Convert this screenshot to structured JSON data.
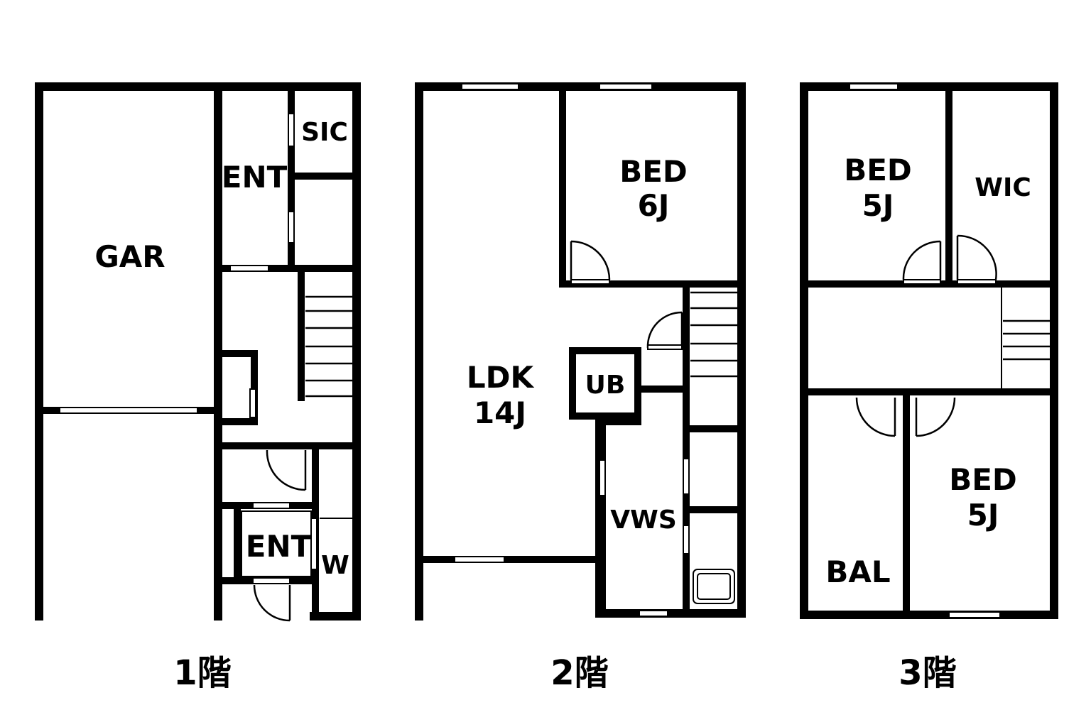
{
  "floors": [
    {
      "label": "1階",
      "rooms": {
        "gar": "GAR",
        "ent_upper": "ENT",
        "sic": "SIC",
        "ent_lower": "ENT",
        "w": "W"
      }
    },
    {
      "label": "2階",
      "rooms": {
        "bed": "BED",
        "bed_size": "6J",
        "ldk": "LDK",
        "ldk_size": "14J",
        "ub": "UB",
        "vws": "VWS"
      }
    },
    {
      "label": "3階",
      "rooms": {
        "bed_left": "BED",
        "bed_left_size": "5J",
        "wic": "WIC",
        "bed_right": "BED",
        "bed_right_size": "5J",
        "bal": "BAL"
      }
    }
  ]
}
